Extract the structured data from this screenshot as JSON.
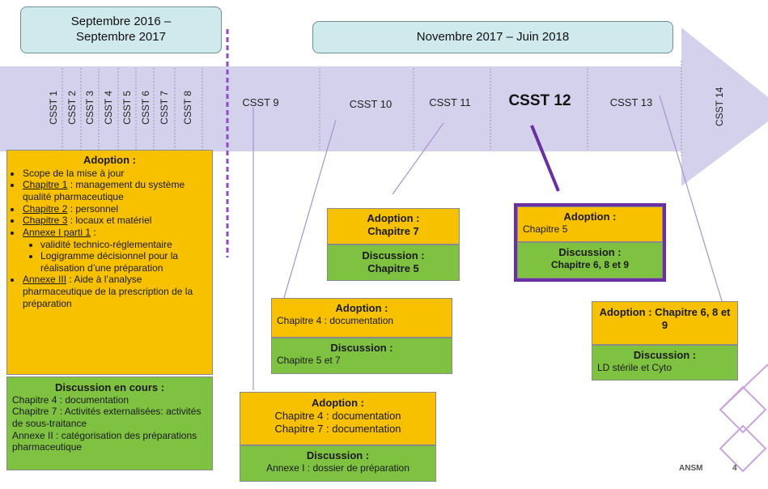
{
  "periods": [
    {
      "label": "Septembre 2016 –\nSeptembre 2017"
    },
    {
      "label": "Novembre 2017 – Juin 2018"
    }
  ],
  "timeline": {
    "early_sessions": [
      "CSST 1",
      "CSST 2",
      "CSST 3",
      "CSST 4",
      "CSST 5",
      "CSST 6",
      "CSST 7",
      "CSST 8"
    ],
    "sessions": [
      "CSST 9",
      "CSST 10",
      "CSST 11",
      "CSST 12",
      "CSST 13"
    ],
    "last_session": "CSST 14",
    "highlighted": "CSST 12"
  },
  "boxes": {
    "main": {
      "adoption_title": "Adoption :",
      "items": [
        {
          "text": "Scope de la mise à jour"
        },
        {
          "link": "Chapitre 1",
          "text": " : management du système qualité pharmaceutique"
        },
        {
          "link": "Chapitre 2",
          "text": " : personnel"
        },
        {
          "link": "Chapitre 3",
          "text": " : locaux et matériel"
        },
        {
          "link": "Annexe I parti 1",
          "text": " :"
        },
        {
          "link": "Annexe III",
          "text": " : Aide à l’analyse pharmaceutique de la prescription de la préparation"
        }
      ],
      "sub_items": [
        "validité technico-réglementaire",
        "Logigramme décisionnel pour la réalisation d’une préparation"
      ],
      "discussion_title": "Discussion en cours :",
      "discussion_lines": [
        "Chapitre 4 : documentation",
        "Chapitre 7 : Activités externalisées: activités de sous-traitance",
        "Annexe II : catégorisation des préparations pharmaceutique"
      ]
    },
    "csst9": {
      "adoption_title": "Adoption :",
      "adoption_lines": [
        "Chapitre 4 : documentation",
        "Chapitre 7 : documentation"
      ],
      "discussion_title": "Discussion :",
      "discussion_lines": [
        "Annexe I : dossier de préparation"
      ]
    },
    "csst10": {
      "adoption_title": "Adoption :",
      "adoption_lines": [
        "Chapitre 4  : documentation"
      ],
      "discussion_title": "Discussion :",
      "discussion_lines": [
        "Chapitre 5 et 7"
      ]
    },
    "csst11": {
      "adoption_title": "Adoption :",
      "adoption_sub": "Chapitre 7",
      "discussion_title": "Discussion :",
      "discussion_sub": "Chapitre 5"
    },
    "csst12": {
      "adoption_title": "Adoption :",
      "adoption_lines": [
        "Chapitre 5"
      ],
      "discussion_title": "Discussion :",
      "discussion_sub": "Chapitre 6, 8 et 9"
    },
    "csst13": {
      "adoption_title": "Adoption : Chapitre 6, 8 et 9",
      "discussion_title": "Discussion :",
      "discussion_lines": [
        "LD stérile et Cyto"
      ]
    }
  },
  "footer": {
    "brand": "ANSM",
    "page": "4"
  },
  "colors": {
    "arrow": "#d4d1ec",
    "period_fill": "#cfe9ec",
    "adoption": "#f8c100",
    "discussion": "#7fc241",
    "highlight": "#6a2fa0",
    "connector": "#a992c9"
  }
}
